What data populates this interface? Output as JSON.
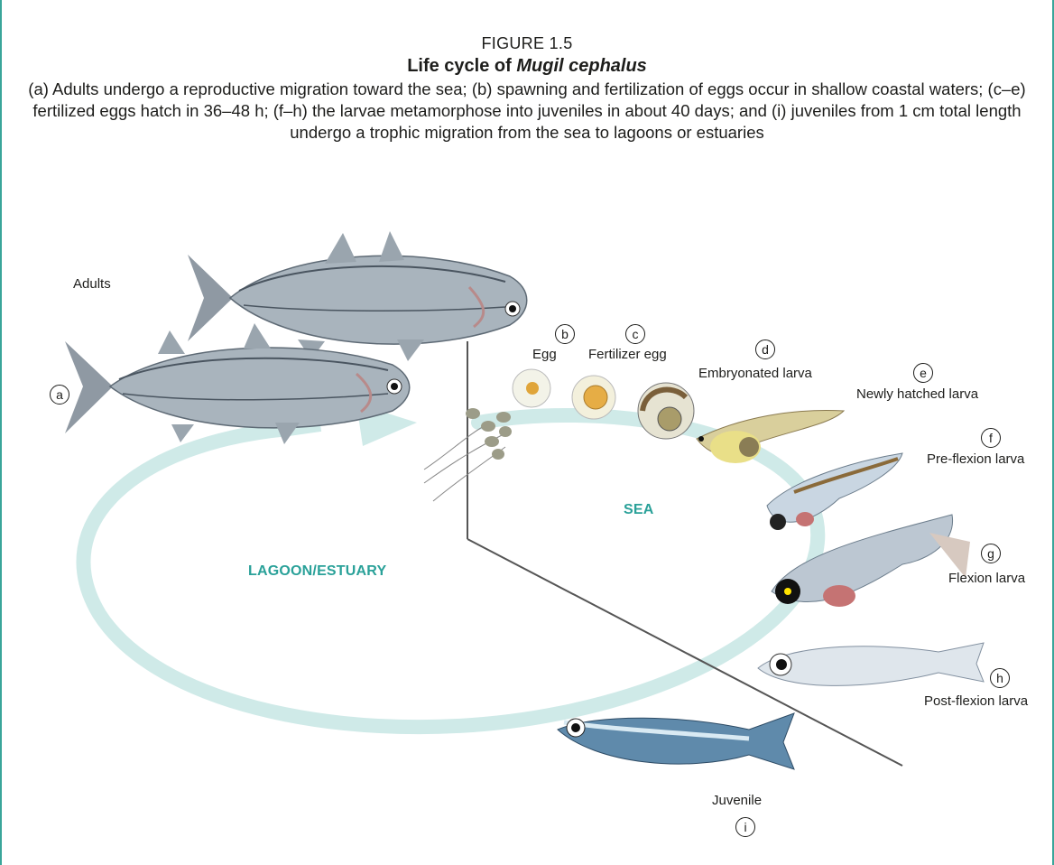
{
  "figure": {
    "number": "FIGURE 1.5",
    "title_prefix": "Life cycle of ",
    "title_species": "Mugil cephalus",
    "description": "(a) Adults undergo a reproductive migration toward the sea; (b) spawning and fertilization of eggs occur in shallow coastal waters; (c–e) fertilized eggs hatch in 36–48 h; (f–h) the larvae metamorphose into juveniles in about 40 days; and (i) juveniles from 1 cm total length undergo a trophic migration from the sea to lagoons or estuaries"
  },
  "zones": {
    "lagoon": "LAGOON/ESTUARY",
    "sea": "SEA"
  },
  "stages": [
    {
      "letter": "a",
      "label": "Adults"
    },
    {
      "letter": "b",
      "label": "Egg"
    },
    {
      "letter": "c",
      "label": "Fertilizer egg"
    },
    {
      "letter": "d",
      "label": "Embryonated larva"
    },
    {
      "letter": "e",
      "label": "Newly hatched larva"
    },
    {
      "letter": "f",
      "label": "Pre-flexion larva"
    },
    {
      "letter": "g",
      "label": "Flexion larva"
    },
    {
      "letter": "h",
      "label": "Post-flexion larva"
    },
    {
      "letter": "i",
      "label": "Juvenile"
    }
  ],
  "colors": {
    "frame": "#3aa59a",
    "cycle_arrow": "#cfeae8",
    "zone_text": "#2aa199"
  }
}
